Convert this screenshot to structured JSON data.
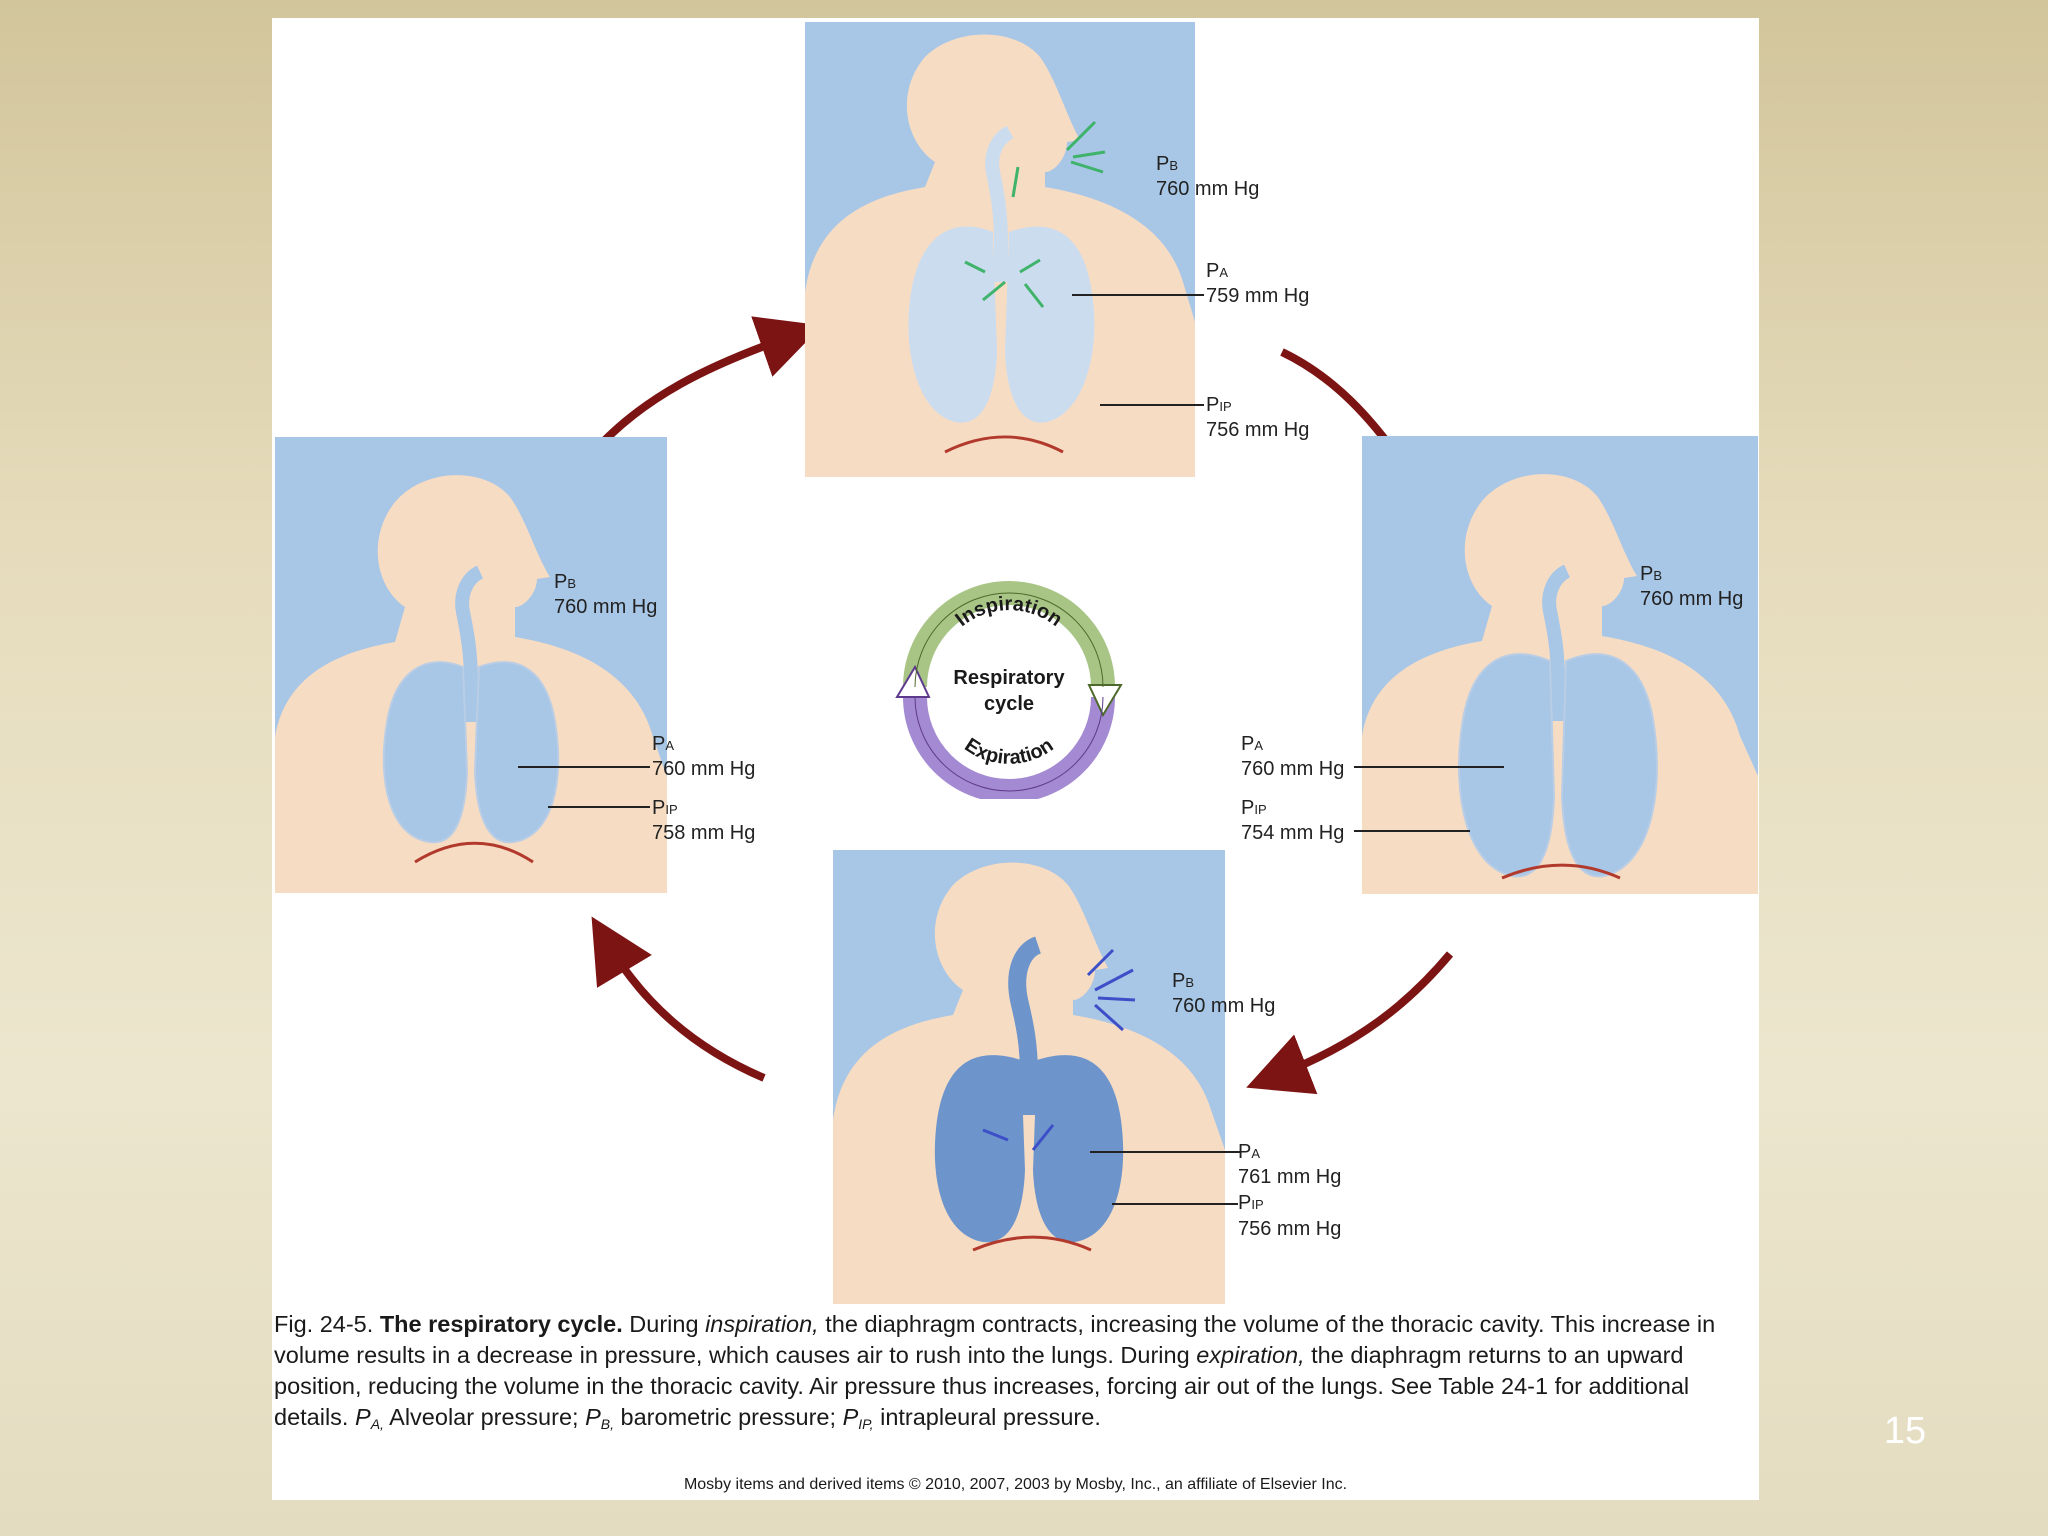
{
  "slide_number": "15",
  "cycle": {
    "inspiration": "Inspiration",
    "expiration": "Expiration",
    "center_line1": "Respiratory",
    "center_line2": "cycle"
  },
  "panels": {
    "top": {
      "pb_sym": "P",
      "pb_sub": "B",
      "pb_value": "760 mm Hg",
      "pa_sym": "P",
      "pa_sub": "A",
      "pa_value": "759 mm Hg",
      "pip_sym": "P",
      "pip_sub": "IP",
      "pip_value": "756 mm Hg"
    },
    "right": {
      "pb_sym": "P",
      "pb_sub": "B",
      "pb_value": "760 mm Hg",
      "pa_sym": "P",
      "pa_sub": "A",
      "pa_value": "760 mm Hg",
      "pip_sym": "P",
      "pip_sub": "IP",
      "pip_value": "754 mm Hg"
    },
    "bottom": {
      "pb_sym": "P",
      "pb_sub": "B",
      "pb_value": "760 mm Hg",
      "pa_sym": "P",
      "pa_sub": "A",
      "pa_value": "761 mm Hg",
      "pip_sym": "P",
      "pip_sub": "IP",
      "pip_value": "756 mm Hg"
    },
    "left": {
      "pb_sym": "P",
      "pb_sub": "B",
      "pb_value": "760 mm Hg",
      "pa_sym": "P",
      "pa_sub": "A",
      "pa_value": "760 mm Hg",
      "pip_sym": "P",
      "pip_sub": "IP",
      "pip_value": "758 mm Hg"
    }
  },
  "caption": {
    "fig_number": "Fig. 24-5.",
    "fig_title": "The respiratory cycle.",
    "text1": "During",
    "inspiration_word": "inspiration,",
    "text2": "the diaphragm contracts, increasing the volume of the thoracic cavity. This increase in volume results in a decrease in pressure, which causes air to rush into the lungs. During",
    "expiration_word": "expiration,",
    "text3": "the diaphragm returns to an upward position, reducing the volume in the thoracic cavity. Air pressure thus increases, forcing air out of the lungs. See Table 24-1 for additional details.",
    "pa_sym": "P",
    "pa_sub": "A,",
    "pa_desc": "Alveolar pressure;",
    "pb_sym": "P",
    "pb_sub": "B,",
    "pb_desc": "barometric pressure;",
    "pip_sym": "P",
    "pip_sub": "IP,",
    "pip_desc": "intrapleural pressure."
  },
  "copyright": "Mosby items and derived items © 2010, 2007, 2003 by Mosby, Inc., an affiliate of Elsevier Inc.",
  "colors": {
    "panel_bg": "#a8c6e6",
    "skin": "#f7dcc4",
    "lung_light": "#cbdcef",
    "lung_dark": "#6d95cc",
    "diaphragm": "#b23a2c",
    "arrow_dark_red": "#7d1414",
    "airflow_in": "#3fb36a",
    "airflow_out": "#3d4fc8",
    "inspiration_arc": "#a8c585",
    "expiration_arc": "#a48ad2"
  }
}
